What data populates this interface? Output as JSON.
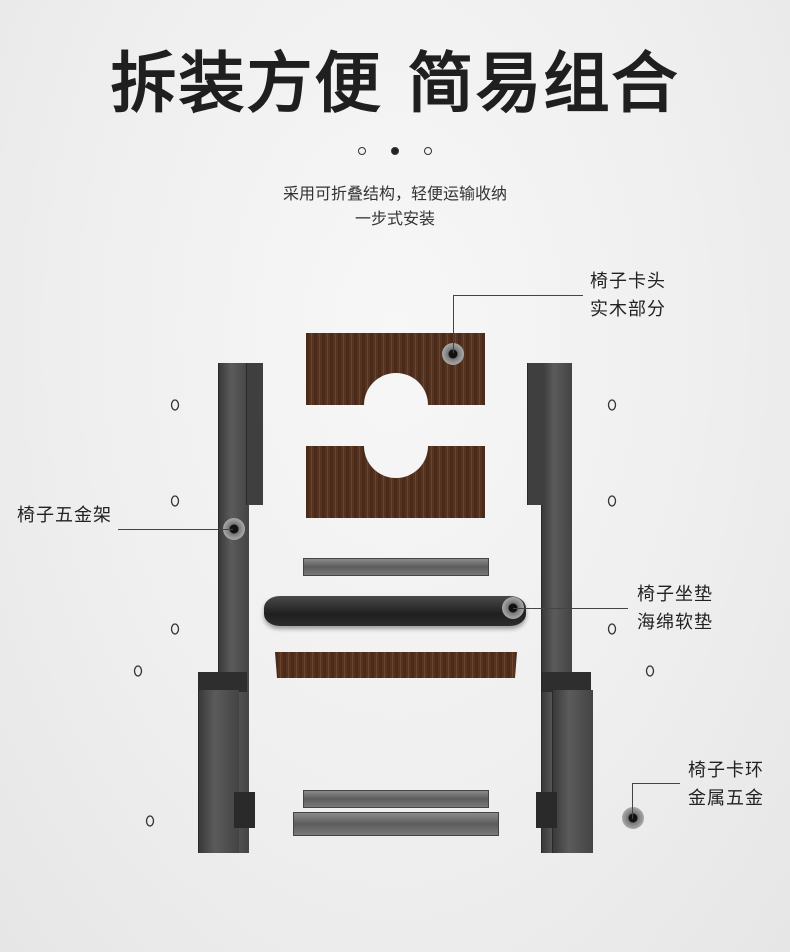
{
  "header": {
    "title": "拆装方便 简易组合",
    "subtitle_line1": "采用可折叠结构，轻便运输收纳",
    "subtitle_line2": "一步式安装"
  },
  "pager": {
    "total": 3,
    "active_index": 2
  },
  "callouts": {
    "head": {
      "line1": "椅子卡头",
      "line2": "实木部分"
    },
    "frame": {
      "line1": "椅子五金架"
    },
    "cushion": {
      "line1": "椅子坐垫",
      "line2": "海绵软垫"
    },
    "ring": {
      "line1": "椅子卡环",
      "line2": "金属五金"
    }
  },
  "colors": {
    "background": "#efefef",
    "wood": "#5a3626",
    "metal": "#4a4a4a",
    "cushion": "#2b2b2b"
  }
}
